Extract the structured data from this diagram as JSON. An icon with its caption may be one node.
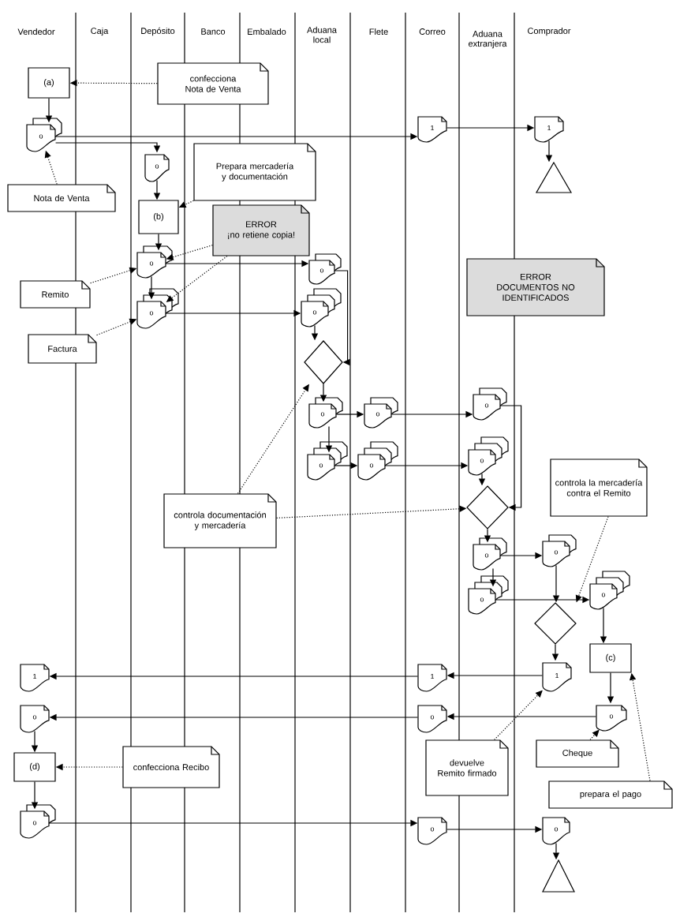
{
  "diagram": {
    "nodes": [
      {
        "text": [
          "(a)"
        ]
      },
      {
        "text": [
          "confecciona Nota de Venta"
        ]
      },
      {
        "text": [
          "o"
        ]
      },
      {
        "text": [
          "Nota de Venta"
        ]
      },
      {
        "text": [
          "1"
        ]
      },
      {
        "text": [
          "1"
        ]
      },
      {
        "text": [],
        "shape": "triangle"
      },
      {
        "text": [
          "o"
        ]
      },
      {
        "text": [
          "Prepara mercadería y documentación"
        ]
      },
      {
        "text": [
          "(b)"
        ]
      },
      {
        "text": [
          "ERROR",
          "¡no retiene copia!"
        ]
      },
      {
        "text": [
          "o"
        ]
      },
      {
        "text": [
          "Remito"
        ]
      },
      {
        "text": [
          "o"
        ]
      },
      {
        "text": [
          "Factura"
        ]
      },
      {
        "text": [
          "o"
        ]
      },
      {
        "text": [
          "o"
        ]
      },
      {
        "text": [],
        "shape": "diamond"
      },
      {
        "text": [
          "ERROR",
          "DOCUMENTOS NO IDENTIFICADOS"
        ]
      },
      {
        "text": [
          "o"
        ]
      },
      {
        "text": [
          "o"
        ]
      },
      {
        "text": [
          "o"
        ]
      },
      {
        "text": [
          "o"
        ]
      },
      {
        "text": [
          "o"
        ]
      },
      {
        "text": [
          "o"
        ]
      },
      {
        "text": [],
        "shape": "diamond"
      },
      {
        "text": [
          "controla documentación y mercadería"
        ]
      },
      {
        "text": [
          "controla la mercadería contra el Remito"
        ]
      },
      {
        "text": [
          "o"
        ]
      },
      {
        "text": [
          "o"
        ]
      },
      {
        "text": [
          "o"
        ]
      },
      {
        "text": [
          "o"
        ]
      },
      {
        "text": [],
        "shape": "diamond"
      },
      {
        "text": [
          "(c)"
        ]
      },
      {
        "text": [
          "1"
        ]
      },
      {
        "text": [
          "1"
        ]
      },
      {
        "text": [
          "1"
        ]
      },
      {
        "text": [
          "o"
        ]
      },
      {
        "text": [
          "o"
        ]
      },
      {
        "text": [
          "o"
        ]
      },
      {
        "text": [
          "Cheque"
        ]
      },
      {
        "text": [
          "(d)"
        ]
      },
      {
        "text": [
          "confecciona Recibo"
        ]
      },
      {
        "text": [
          "devuelve Remito firmado"
        ]
      },
      {
        "text": [
          "prepara el pago"
        ]
      },
      {
        "text": [
          "o"
        ]
      },
      {
        "text": [
          "o"
        ]
      },
      {
        "text": [
          "o"
        ]
      },
      {
        "text": [],
        "shape": "triangle"
      }
    ],
    "edges": [
      {
        "from": 0,
        "to": 2,
        "arrow": "to"
      },
      {
        "from": 1,
        "to": 0,
        "arrow": "to",
        "style": "dashed"
      },
      {
        "from": 3,
        "to": 2,
        "arrow": "to",
        "style": "dashed"
      },
      {
        "from": 2,
        "to": 4,
        "arrow": "to"
      },
      {
        "from": 4,
        "to": 5,
        "arrow": "to"
      },
      {
        "from": 5,
        "to": 6,
        "arrow": "to"
      },
      {
        "from": 2,
        "to": 7,
        "arrow": "to"
      },
      {
        "from": 7,
        "to": 9,
        "arrow": "to"
      },
      {
        "from": 8,
        "to": 9,
        "arrow": "to",
        "style": "dashed"
      },
      {
        "from": 9,
        "to": 11,
        "arrow": "to"
      },
      {
        "from": 11,
        "to": 13,
        "arrow": "to"
      },
      {
        "from": 10,
        "to": 11,
        "arrow": "to",
        "style": "dashed"
      },
      {
        "from": 10,
        "to": 13,
        "arrow": "to",
        "style": "dashed"
      },
      {
        "from": 12,
        "to": 11,
        "arrow": "to",
        "style": "dashed"
      },
      {
        "from": 14,
        "to": 13,
        "arrow": "to",
        "style": "dashed"
      },
      {
        "from": 11,
        "to": 15,
        "arrow": "to"
      },
      {
        "from": 13,
        "to": 16,
        "arrow": "to"
      },
      {
        "from": 15,
        "to": 17,
        "arrow": "to"
      },
      {
        "from": 16,
        "to": 17,
        "arrow": "to"
      },
      {
        "from": 17,
        "to": 19,
        "arrow": "to"
      },
      {
        "from": 26,
        "to": 17,
        "arrow": "to",
        "style": "dashed"
      },
      {
        "from": 19,
        "to": 20,
        "arrow": "to"
      },
      {
        "from": 20,
        "to": 21,
        "arrow": "to"
      },
      {
        "from": 19,
        "to": 22,
        "arrow": "to"
      },
      {
        "from": 22,
        "to": 23,
        "arrow": "to"
      },
      {
        "from": 23,
        "to": 24,
        "arrow": "to"
      },
      {
        "from": 21,
        "to": 25,
        "arrow": "to"
      },
      {
        "from": 24,
        "to": 25,
        "arrow": "to"
      },
      {
        "from": 26,
        "to": 25,
        "arrow": "to",
        "style": "dashed"
      },
      {
        "from": 25,
        "to": 28,
        "arrow": "to"
      },
      {
        "from": 28,
        "to": 29,
        "arrow": "to"
      },
      {
        "from": 28,
        "to": 30,
        "arrow": "to"
      },
      {
        "from": 30,
        "to": 31,
        "arrow": "to"
      },
      {
        "from": 29,
        "to": 32,
        "arrow": "to"
      },
      {
        "from": 27,
        "to": 32,
        "arrow": "to",
        "style": "dashed"
      },
      {
        "from": 31,
        "to": 33,
        "arrow": "to"
      },
      {
        "from": 32,
        "to": 36,
        "arrow": "to"
      },
      {
        "from": 36,
        "to": 35,
        "arrow": "to"
      },
      {
        "from": 35,
        "to": 34,
        "arrow": "to"
      },
      {
        "from": 33,
        "to": 39,
        "arrow": "to"
      },
      {
        "from": 44,
        "to": 33,
        "arrow": "to",
        "style": "dashed"
      },
      {
        "from": 40,
        "to": 39,
        "arrow": "to",
        "style": "dashed"
      },
      {
        "from": 43,
        "to": 36,
        "arrow": "to",
        "style": "dashed"
      },
      {
        "from": 39,
        "to": 38,
        "arrow": "to"
      },
      {
        "from": 38,
        "to": 37,
        "arrow": "to"
      },
      {
        "from": 37,
        "to": 41,
        "arrow": "to"
      },
      {
        "from": 42,
        "to": 41,
        "arrow": "to",
        "style": "dashed"
      },
      {
        "from": 41,
        "to": 45,
        "arrow": "to"
      },
      {
        "from": 45,
        "to": 46,
        "arrow": "to"
      },
      {
        "from": 46,
        "to": 47,
        "arrow": "to"
      },
      {
        "from": 47,
        "to": 48,
        "arrow": "to"
      }
    ],
    "labels": [
      "Vendedor",
      "Caja",
      "Depósito",
      "Banco",
      "Embalado",
      "Aduana local",
      "Flete",
      "Correo",
      "Aduana extranjera",
      "Comprador"
    ]
  }
}
